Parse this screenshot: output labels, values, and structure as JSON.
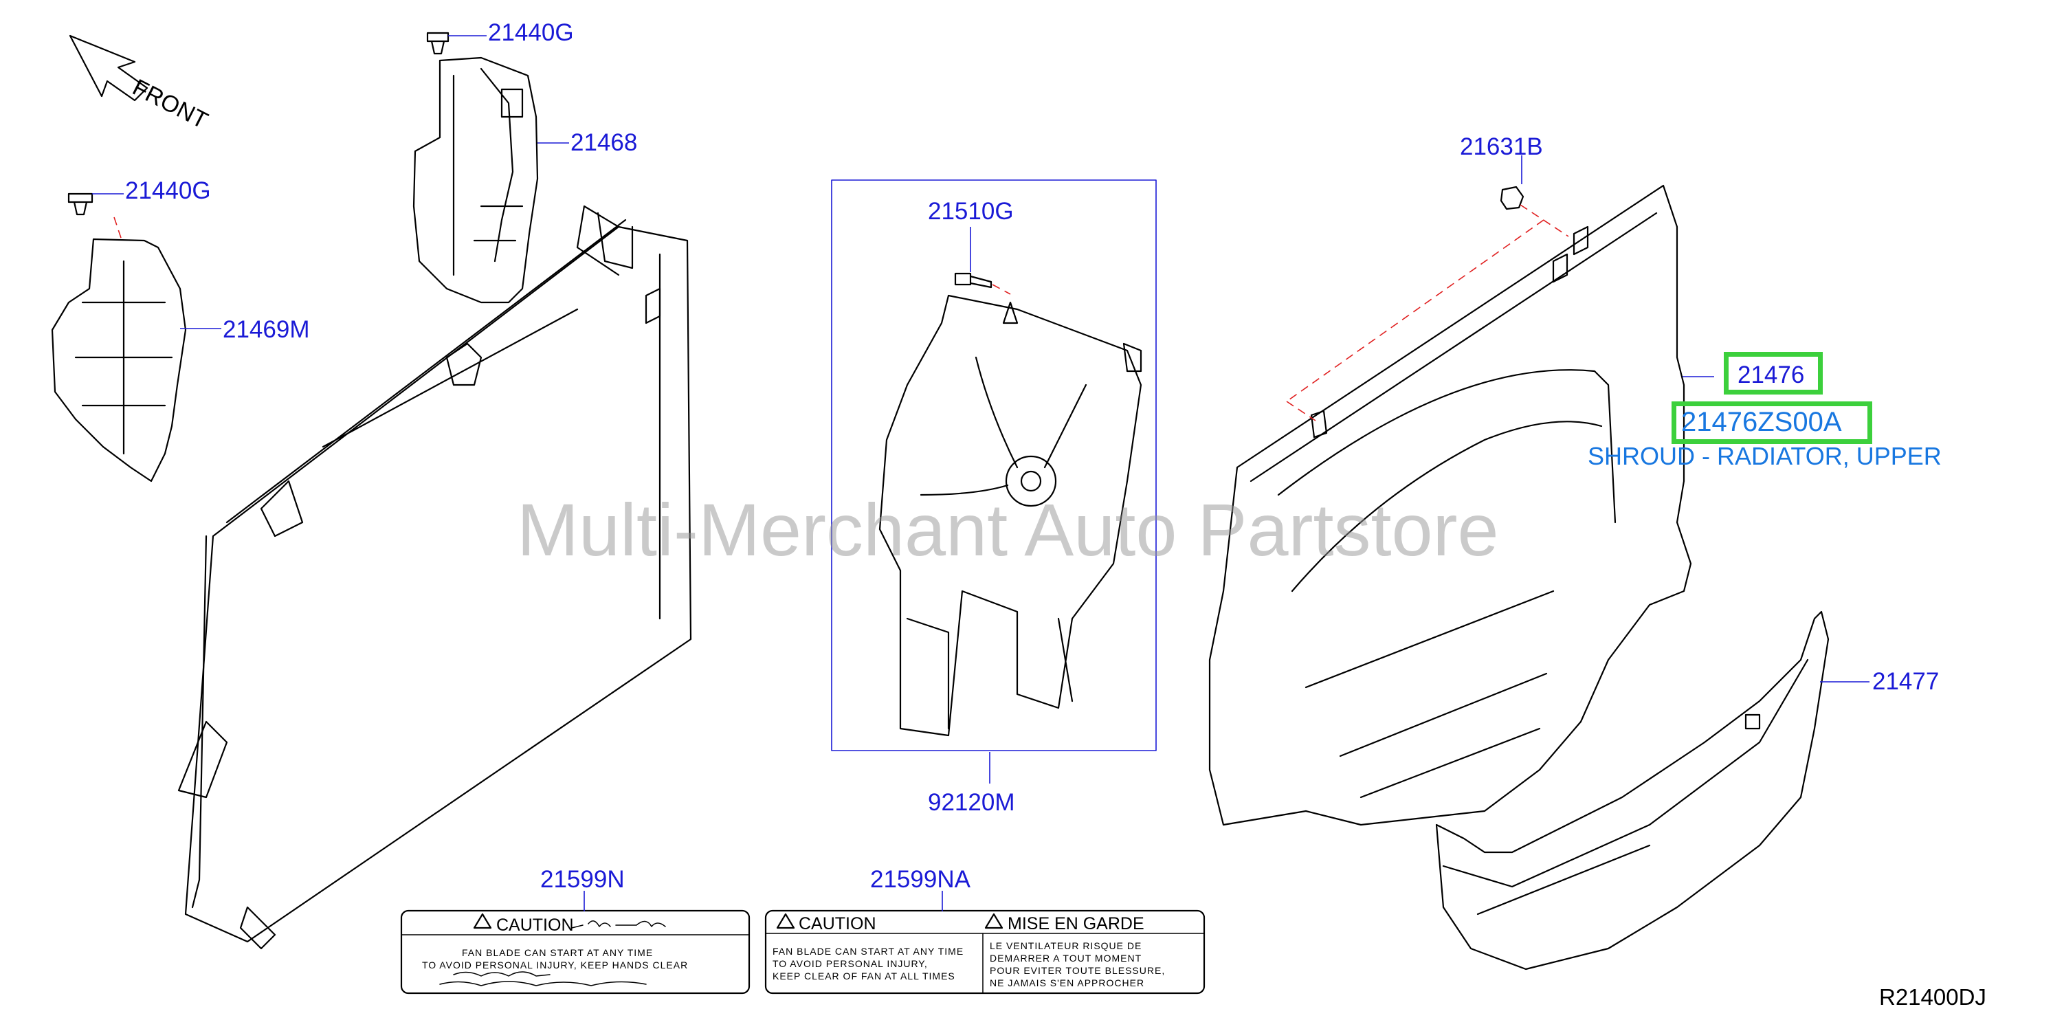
{
  "direction_label": "FRONT",
  "watermark": "Multi-Merchant Auto Partstore",
  "diagram_code": "R21400DJ",
  "parts": {
    "p21440g_top": "21440G",
    "p21440g_left": "21440G",
    "p21468": "21468",
    "p21469m": "21469M",
    "p21510g": "21510G",
    "p21631b": "21631B",
    "p21476": "21476",
    "p21477": "21477",
    "p92120m": "92120M",
    "p21599n": "21599N",
    "p21599na": "21599NA"
  },
  "highlight": {
    "part_number": "21476ZS00A",
    "description": "SHROUD - RADIATOR, UPPER"
  },
  "labels": {
    "n": {
      "title": "CAUTION",
      "line1": "FAN BLADE CAN START AT ANY TIME",
      "line2": "TO AVOID PERSONAL INJURY, KEEP HANDS CLEAR"
    },
    "na": {
      "title_en": "CAUTION",
      "title_fr": "MISE EN GARDE",
      "en1": "FAN BLADE CAN START AT ANY TIME",
      "en2": "TO AVOID PERSONAL INJURY,",
      "en3": "KEEP CLEAR OF FAN AT ALL TIMES",
      "fr1": "LE VENTILATEUR RISQUE DE",
      "fr2": "DEMARRER A TOUT MOMENT",
      "fr3": "POUR EVITER TOUTE BLESSURE,",
      "fr4": "NE JAMAIS S'EN APPROCHER"
    }
  },
  "colors": {
    "callout_text": "#1a1ad6",
    "highlight_border": "#3cd03c",
    "highlight_text": "#1877e0",
    "dashed_line": "#e02020"
  }
}
